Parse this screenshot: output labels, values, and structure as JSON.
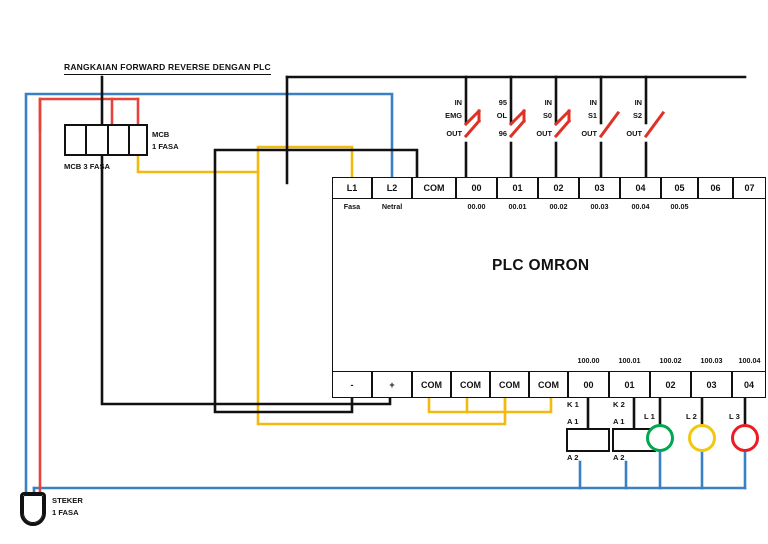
{
  "diagram": {
    "title": "RANGKAIAN FORWARD REVERSE DENGAN PLC",
    "plc_name": "PLC OMRON"
  },
  "colors": {
    "wire_black": "#111111",
    "wire_red": "#e8433a",
    "wire_blue": "#3a80c4",
    "wire_yellow": "#f2b90f",
    "contact_red": "#e03127",
    "lamp_green": "#00a651",
    "lamp_yellow": "#f2c80f",
    "lamp_red": "#ed1c24"
  },
  "power": {
    "steker_line1": "STEKER",
    "steker_line2": "1 FASA",
    "mcb3_label": "MCB 3 FASA",
    "mcb1_line1": "MCB",
    "mcb1_line2": "1 FASA"
  },
  "switches": [
    {
      "name": "EMG",
      "in": "IN",
      "out": "OUT",
      "type": "nc"
    },
    {
      "name": "OL",
      "in": "95",
      "out": "96",
      "type": "nc"
    },
    {
      "name": "S0",
      "in": "IN",
      "out": "OUT",
      "type": "nc"
    },
    {
      "name": "S1",
      "in": "IN",
      "out": "OUT",
      "type": "no"
    },
    {
      "name": "S2",
      "in": "IN",
      "out": "OUT",
      "type": "no"
    }
  ],
  "plc": {
    "input_terminals": [
      {
        "label": "L1",
        "sub": "Fasa"
      },
      {
        "label": "L2",
        "sub": "Netral"
      },
      {
        "label": "COM",
        "sub": ""
      },
      {
        "label": "00",
        "sub": "00.00"
      },
      {
        "label": "01",
        "sub": "00.01"
      },
      {
        "label": "02",
        "sub": "00.02"
      },
      {
        "label": "03",
        "sub": "00.03"
      },
      {
        "label": "04",
        "sub": "00.04"
      },
      {
        "label": "05",
        "sub": "00.05"
      },
      {
        "label": "06",
        "sub": ""
      },
      {
        "label": "07",
        "sub": ""
      }
    ],
    "output_terminals": [
      {
        "label": "-",
        "addr": ""
      },
      {
        "label": "+",
        "addr": ""
      },
      {
        "label": "COM",
        "addr": ""
      },
      {
        "label": "COM",
        "addr": ""
      },
      {
        "label": "COM",
        "addr": ""
      },
      {
        "label": "COM",
        "addr": ""
      },
      {
        "label": "00",
        "addr": "100.00"
      },
      {
        "label": "01",
        "addr": "100.01"
      },
      {
        "label": "02",
        "addr": "100.02"
      },
      {
        "label": "03",
        "addr": "100.03"
      },
      {
        "label": "04",
        "addr": "100.04"
      }
    ]
  },
  "loads": {
    "contactors": [
      {
        "name": "K 1",
        "a1": "A 1",
        "a2": "A 2"
      },
      {
        "name": "K 2",
        "a1": "A 1",
        "a2": "A 2"
      }
    ],
    "lamps": [
      {
        "name": "L 1",
        "color": "#00a651"
      },
      {
        "name": "L 2",
        "color": "#f2c80f"
      },
      {
        "name": "L 3",
        "color": "#ed1c24"
      }
    ]
  }
}
